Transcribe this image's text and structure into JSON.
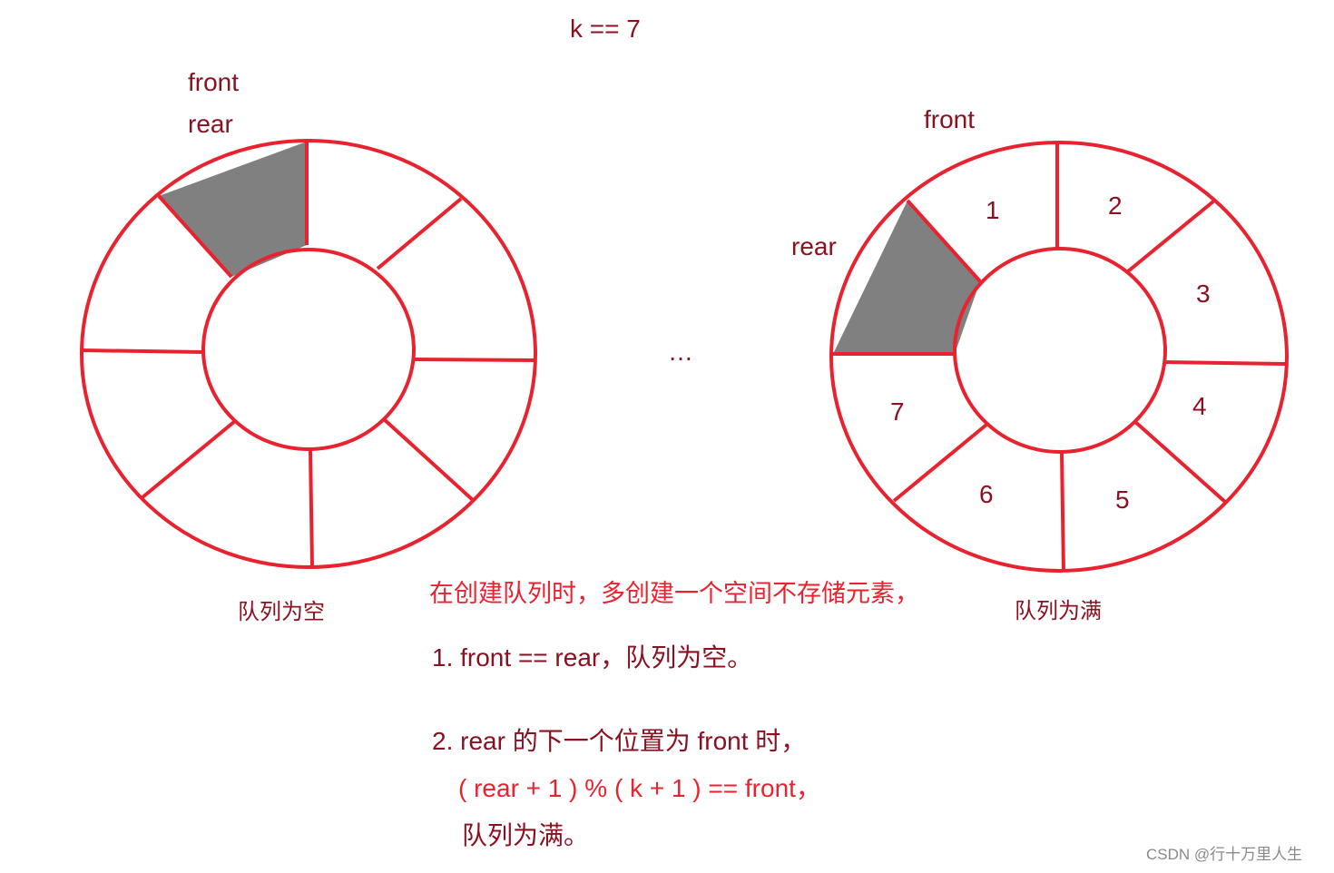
{
  "header": {
    "k_label": "k == 7"
  },
  "empty_queue": {
    "front_label": "front",
    "rear_label": "rear",
    "caption": "队列为空",
    "colors": {
      "ring": "#e8232f",
      "highlight": "#808080"
    }
  },
  "full_queue": {
    "front_label": "front",
    "rear_label": "rear",
    "caption": "队列为满",
    "slot_numbers": [
      "1",
      "2",
      "3",
      "4",
      "5",
      "6",
      "7"
    ]
  },
  "ellipsis": "…",
  "notes": {
    "intro": "在创建队列时，多创建一个空间不存储元素，",
    "rule1": "1. front == rear，队列为空。",
    "rule2": "2. rear 的下一个位置为 front 时，",
    "formula": "( rear + 1 ) % ( k + 1 ) == front，",
    "rule2_tail": "队列为满。"
  },
  "watermark": "CSDN @行十万里人生"
}
